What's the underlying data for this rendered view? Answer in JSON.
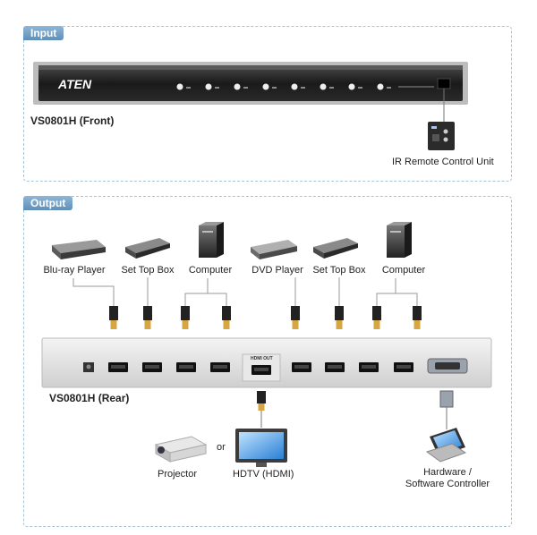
{
  "input": {
    "tab_label": "Input",
    "front_label": "VS0801H (Front)",
    "brand": "ATEN",
    "remote_label": "IR Remote Control Unit"
  },
  "output": {
    "tab_label": "Output",
    "sources": [
      {
        "label": "Blu-ray Player",
        "icon": "bluray-player-icon"
      },
      {
        "label": "Set Top Box",
        "icon": "set-top-box-icon"
      },
      {
        "label": "Computer",
        "icon": "computer-tower-icon"
      },
      {
        "label": "DVD Player",
        "icon": "dvd-player-icon"
      },
      {
        "label": "Set Top Box",
        "icon": "set-top-box-icon"
      },
      {
        "label": "Computer",
        "icon": "computer-tower-icon"
      }
    ],
    "rear_label": "VS0801H (Rear)",
    "hdmi_out_label": "HDMI OUT",
    "displays": {
      "projector": "Projector",
      "or": "or",
      "hdtv": "HDTV (HDMI)"
    },
    "controller_label_line1": "Hardware /",
    "controller_label_line2": "Software Controller"
  }
}
